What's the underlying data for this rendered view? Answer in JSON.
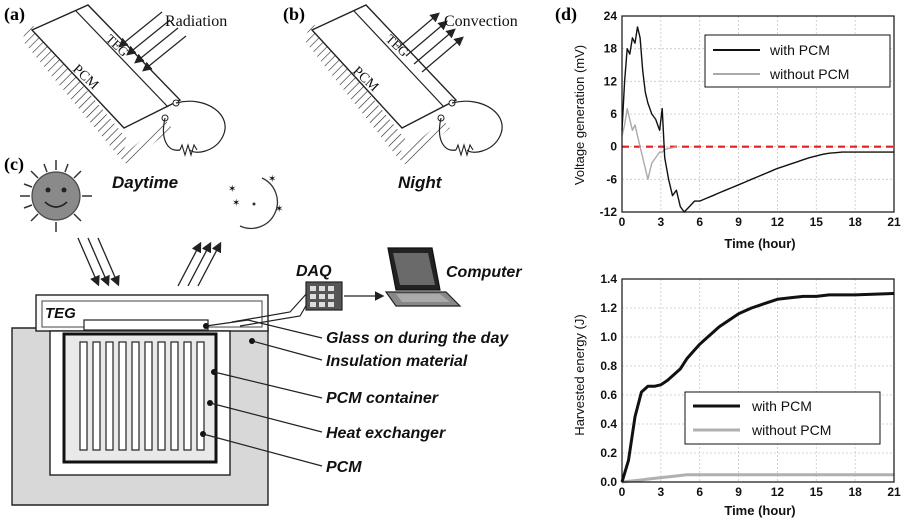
{
  "panels": {
    "a": {
      "label": "(a)",
      "arrow_text": "Radiation",
      "teg": "TEG",
      "pcm": "PCM",
      "caption": "Daytime"
    },
    "b": {
      "label": "(b)",
      "arrow_text": "Convection",
      "teg": "TEG",
      "pcm": "PCM",
      "caption": "Night"
    },
    "c": {
      "label": "(c)",
      "teg": "TEG",
      "daq": "DAQ",
      "computer": "Computer",
      "callouts": [
        "Glass on during the day",
        "Insulation material",
        "PCM container",
        "Heat exchanger",
        "PCM"
      ]
    },
    "d": {
      "label": "(d)"
    }
  },
  "chart_data": [
    {
      "type": "line",
      "xlabel": "Time (hour)",
      "ylabel": "Voltage generation (mV)",
      "xlim": [
        0,
        21
      ],
      "ylim": [
        -12,
        24
      ],
      "xticks": [
        "0",
        "3",
        "6",
        "9",
        "12",
        "15",
        "18",
        "21"
      ],
      "yticks": [
        "24",
        "18",
        "12",
        "6",
        "0",
        "-6",
        "-12"
      ],
      "grid": true,
      "legend_position": "top-right",
      "reference_line": {
        "y": 0,
        "color": "#e02020",
        "style": "dashed"
      },
      "series": [
        {
          "name": "with PCM",
          "color": "#111111",
          "x": [
            0,
            0.2,
            0.4,
            0.6,
            0.8,
            1.0,
            1.2,
            1.4,
            1.6,
            1.8,
            2.0,
            2.3,
            2.6,
            2.9,
            3.1,
            3.3,
            3.6,
            3.9,
            4.2,
            4.5,
            4.8,
            5.2,
            5.6,
            6.0,
            6.5,
            7.0,
            7.5,
            8.0,
            8.5,
            9.0,
            9.5,
            10.0,
            10.5,
            11.0,
            11.5,
            12.0,
            12.5,
            13.0,
            13.5,
            14.0,
            14.5,
            15.0,
            15.5,
            16.0,
            16.5,
            17.0,
            17.5,
            18.0,
            18.5,
            19.0,
            19.5,
            20.0,
            20.5,
            21.0
          ],
          "values": [
            3,
            12,
            18,
            17,
            20,
            19,
            22,
            20,
            14,
            10,
            8,
            6,
            5,
            3,
            7,
            -2,
            -6,
            -9,
            -8,
            -11,
            -12,
            -11,
            -10,
            -10,
            -9.5,
            -9,
            -8.5,
            -8,
            -7.5,
            -7,
            -6.5,
            -6,
            -5.5,
            -5,
            -4.5,
            -4,
            -3.6,
            -3.2,
            -2.8,
            -2.4,
            -2,
            -1.7,
            -1.4,
            -1.2,
            -1.1,
            -1,
            -1,
            -1,
            -1,
            -1,
            -1,
            -1,
            -1,
            -1
          ]
        },
        {
          "name": "without PCM",
          "color": "#aaaaaa",
          "x": [
            0,
            0.2,
            0.4,
            0.6,
            0.8,
            1.0,
            1.2,
            1.4,
            1.6,
            1.8,
            2.0,
            2.3,
            2.6,
            2.9,
            3.1,
            3.3,
            3.6,
            3.9,
            4.2
          ],
          "values": [
            2,
            4,
            7,
            5,
            3,
            4,
            2,
            0,
            -2,
            -4,
            -6,
            -3,
            -2,
            -1,
            -1,
            -0.5,
            -0.3,
            -0.2,
            0
          ]
        }
      ]
    },
    {
      "type": "line",
      "xlabel": "Time (hour)",
      "ylabel": "Harvested energy (J)",
      "xlim": [
        0,
        21
      ],
      "ylim": [
        0,
        1.4
      ],
      "xticks": [
        "0",
        "3",
        "6",
        "9",
        "12",
        "15",
        "18",
        "21"
      ],
      "yticks": [
        "1.4",
        "1.2",
        "1.0",
        "0.8",
        "0.6",
        "0.4",
        "0.2",
        "0.0"
      ],
      "grid": true,
      "legend_position": "bottom-right",
      "series": [
        {
          "name": "with PCM",
          "color": "#111111",
          "x": [
            0,
            0.5,
            1.0,
            1.5,
            2.0,
            2.5,
            3.0,
            3.5,
            4.0,
            4.5,
            5.0,
            5.5,
            6.0,
            6.5,
            7.0,
            7.5,
            8.0,
            8.5,
            9.0,
            9.5,
            10.0,
            11.0,
            12.0,
            13.0,
            14.0,
            15.0,
            16.0,
            18.0,
            21.0
          ],
          "values": [
            0,
            0.15,
            0.45,
            0.62,
            0.66,
            0.66,
            0.67,
            0.7,
            0.74,
            0.78,
            0.85,
            0.9,
            0.95,
            0.99,
            1.03,
            1.07,
            1.1,
            1.13,
            1.16,
            1.18,
            1.2,
            1.23,
            1.26,
            1.27,
            1.28,
            1.28,
            1.29,
            1.29,
            1.3
          ]
        },
        {
          "name": "without PCM",
          "color": "#b0b0b0",
          "x": [
            0,
            1,
            2,
            3,
            4,
            5,
            6,
            9,
            12,
            15,
            18,
            21
          ],
          "values": [
            0,
            0.01,
            0.02,
            0.03,
            0.04,
            0.05,
            0.05,
            0.05,
            0.05,
            0.05,
            0.05,
            0.05
          ]
        }
      ]
    }
  ]
}
